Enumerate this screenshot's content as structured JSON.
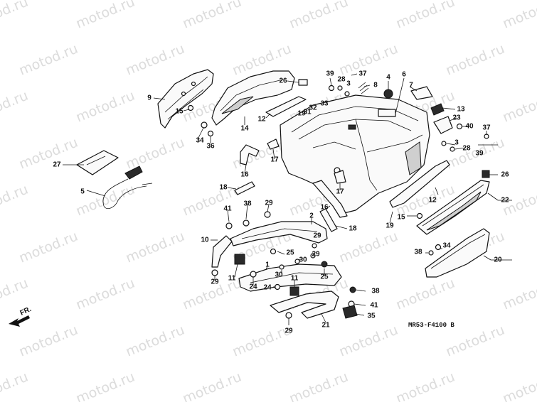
{
  "watermark": "motod.ru",
  "diagram_code": "MR53-F4100 B",
  "front_marker": "FR.",
  "callouts": [
    {
      "id": "c9",
      "label": "9"
    },
    {
      "id": "c15a",
      "label": "15"
    },
    {
      "id": "c34a",
      "label": "34"
    },
    {
      "id": "c36",
      "label": "36"
    },
    {
      "id": "c14",
      "label": "14"
    },
    {
      "id": "c12a",
      "label": "12"
    },
    {
      "id": "c19a",
      "label": "19"
    },
    {
      "id": "c26a",
      "label": "26"
    },
    {
      "id": "c31",
      "label": "31"
    },
    {
      "id": "c32",
      "label": "32"
    },
    {
      "id": "c33",
      "label": "33"
    },
    {
      "id": "c39a",
      "label": "39"
    },
    {
      "id": "c28a",
      "label": "28"
    },
    {
      "id": "c3a",
      "label": "3"
    },
    {
      "id": "c37a",
      "label": "37"
    },
    {
      "id": "c8",
      "label": "8"
    },
    {
      "id": "c4",
      "label": "4"
    },
    {
      "id": "c6",
      "label": "6"
    },
    {
      "id": "c7",
      "label": "7"
    },
    {
      "id": "c13",
      "label": "13"
    },
    {
      "id": "c23",
      "label": "23"
    },
    {
      "id": "c40",
      "label": "40"
    },
    {
      "id": "c37b",
      "label": "37"
    },
    {
      "id": "c3b",
      "label": "3"
    },
    {
      "id": "c28b",
      "label": "28"
    },
    {
      "id": "c39b",
      "label": "39"
    },
    {
      "id": "c26b",
      "label": "26"
    },
    {
      "id": "c22",
      "label": "22"
    },
    {
      "id": "c12b",
      "label": "12"
    },
    {
      "id": "c15b",
      "label": "15"
    },
    {
      "id": "c19b",
      "label": "19"
    },
    {
      "id": "c34b",
      "label": "34"
    },
    {
      "id": "c38a",
      "label": "38"
    },
    {
      "id": "c20",
      "label": "20"
    },
    {
      "id": "c27",
      "label": "27"
    },
    {
      "id": "c5",
      "label": "5"
    },
    {
      "id": "c16a",
      "label": "16"
    },
    {
      "id": "c17a",
      "label": "17"
    },
    {
      "id": "c18a",
      "label": "18"
    },
    {
      "id": "c17b",
      "label": "17"
    },
    {
      "id": "c16b",
      "label": "16"
    },
    {
      "id": "c18b",
      "label": "18"
    },
    {
      "id": "c41a",
      "label": "41"
    },
    {
      "id": "c38b",
      "label": "38"
    },
    {
      "id": "c29a",
      "label": "29"
    },
    {
      "id": "c10",
      "label": "10"
    },
    {
      "id": "c2",
      "label": "2"
    },
    {
      "id": "c29b",
      "label": "29"
    },
    {
      "id": "c25a",
      "label": "25"
    },
    {
      "id": "c30a",
      "label": "30"
    },
    {
      "id": "c29c",
      "label": "29"
    },
    {
      "id": "c1",
      "label": "1"
    },
    {
      "id": "c30b",
      "label": "30"
    },
    {
      "id": "c25b",
      "label": "25"
    },
    {
      "id": "c11a",
      "label": "11"
    },
    {
      "id": "c29d",
      "label": "29"
    },
    {
      "id": "c24a",
      "label": "24"
    },
    {
      "id": "c24b",
      "label": "24"
    },
    {
      "id": "c11b",
      "label": "11"
    },
    {
      "id": "c38c",
      "label": "38"
    },
    {
      "id": "c41b",
      "label": "41"
    },
    {
      "id": "c35",
      "label": "35"
    },
    {
      "id": "c29e",
      "label": "29"
    },
    {
      "id": "c21",
      "label": "21"
    }
  ]
}
